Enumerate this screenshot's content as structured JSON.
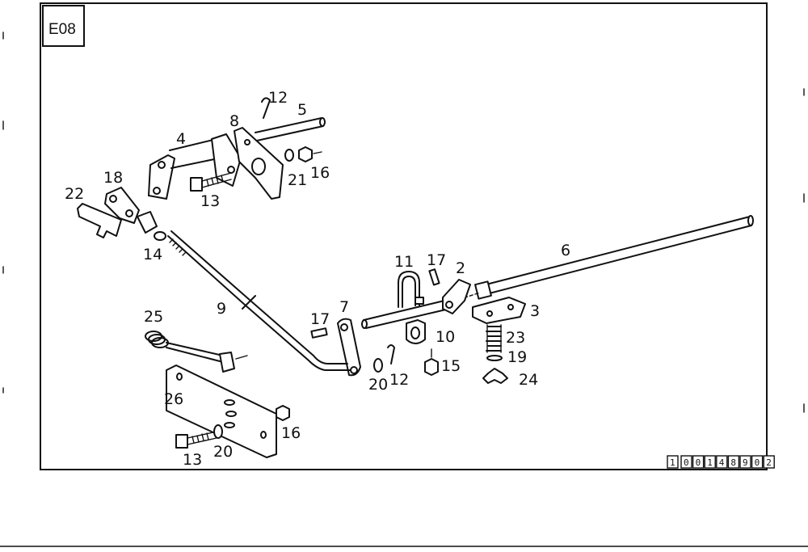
{
  "diagram": {
    "section_code": "E08",
    "reference_number": [
      "1",
      "0",
      "0",
      "1",
      "4",
      "8",
      "9",
      "0",
      "2"
    ],
    "part_labels": {
      "p2": "2",
      "p3": "3",
      "p4": "4",
      "p5": "5",
      "p6": "6",
      "p7": "7",
      "p8": "8",
      "p9": "9",
      "p10": "10",
      "p11": "11",
      "p12a": "12",
      "p12b": "12",
      "p13a": "13",
      "p13b": "13",
      "p14": "14",
      "p15": "15",
      "p16a": "16",
      "p16b": "16",
      "p17a": "17",
      "p17b": "17",
      "p18": "18",
      "p19": "19",
      "p20a": "20",
      "p20b": "20",
      "p21": "21",
      "p22": "22",
      "p23": "23",
      "p24": "24",
      "p25": "25",
      "p26": "26"
    }
  }
}
